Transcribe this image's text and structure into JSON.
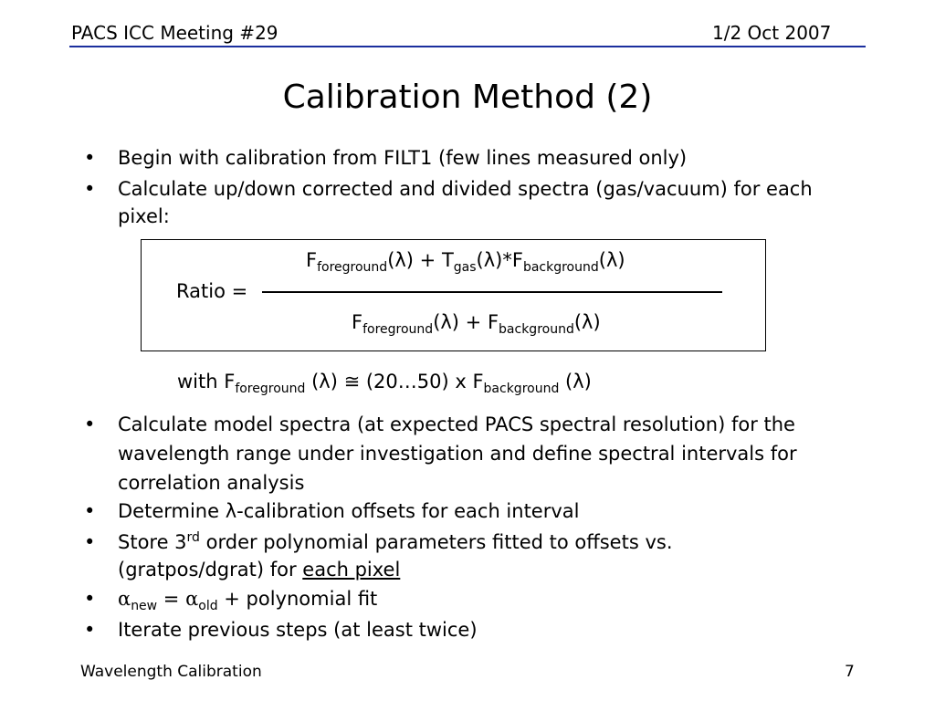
{
  "header": {
    "left": "PACS ICC Meeting #29",
    "right": "1/2 Oct 2007",
    "rule_color": "#1b2f9e"
  },
  "title": "Calibration Method (2)",
  "bullet_marker": "•",
  "bullets_top": [
    {
      "text": "Begin with calibration from FILT1 (few lines measured only)"
    },
    {
      "line1": "Calculate up/down corrected and divided spectra (gas/vacuum) for each",
      "line2": "pixel:"
    }
  ],
  "formula": {
    "label": "Ratio =",
    "numerator": {
      "f1": "F",
      "f1_sub": "foreground",
      "lambda1": "(λ) + T",
      "t_sub": "gas",
      "lambda2": "(λ)*F",
      "f2_sub": "background",
      "lambda3": "(λ)"
    },
    "denominator": {
      "f1": "F",
      "f1_sub": "foreground",
      "lambda1": "(λ) + F",
      "f2_sub": "background",
      "lambda2": "(λ)"
    }
  },
  "with_line": {
    "prefix": "with F",
    "sub1": "foreground",
    "middle": " (λ) ≅ (20…50) x F",
    "sub2": "background",
    "suffix": " (λ)"
  },
  "bullets_bottom": {
    "model": {
      "line1": "Calculate model spectra (at expected PACS spectral resolution) for the",
      "line2": "wavelength range under investigation and define spectral intervals for",
      "line3": "correlation analysis"
    },
    "determine": "Determine λ-calibration offsets for each interval",
    "store": {
      "pre": "Store 3",
      "sup": "rd",
      "post": " order polynomial parameters fitted to offsets vs.",
      "line2_pre": "(gratpos/dgrat) for ",
      "line2_u": "each pixel"
    },
    "alpha": {
      "a1": "α",
      "sub1": "new",
      "eq": " = ",
      "a2": "α",
      "sub2": "old",
      "post": " + polynomial fit"
    },
    "iterate": "Iterate previous steps (at least twice)"
  },
  "footer": {
    "left": "Wavelength Calibration",
    "right": "7"
  }
}
